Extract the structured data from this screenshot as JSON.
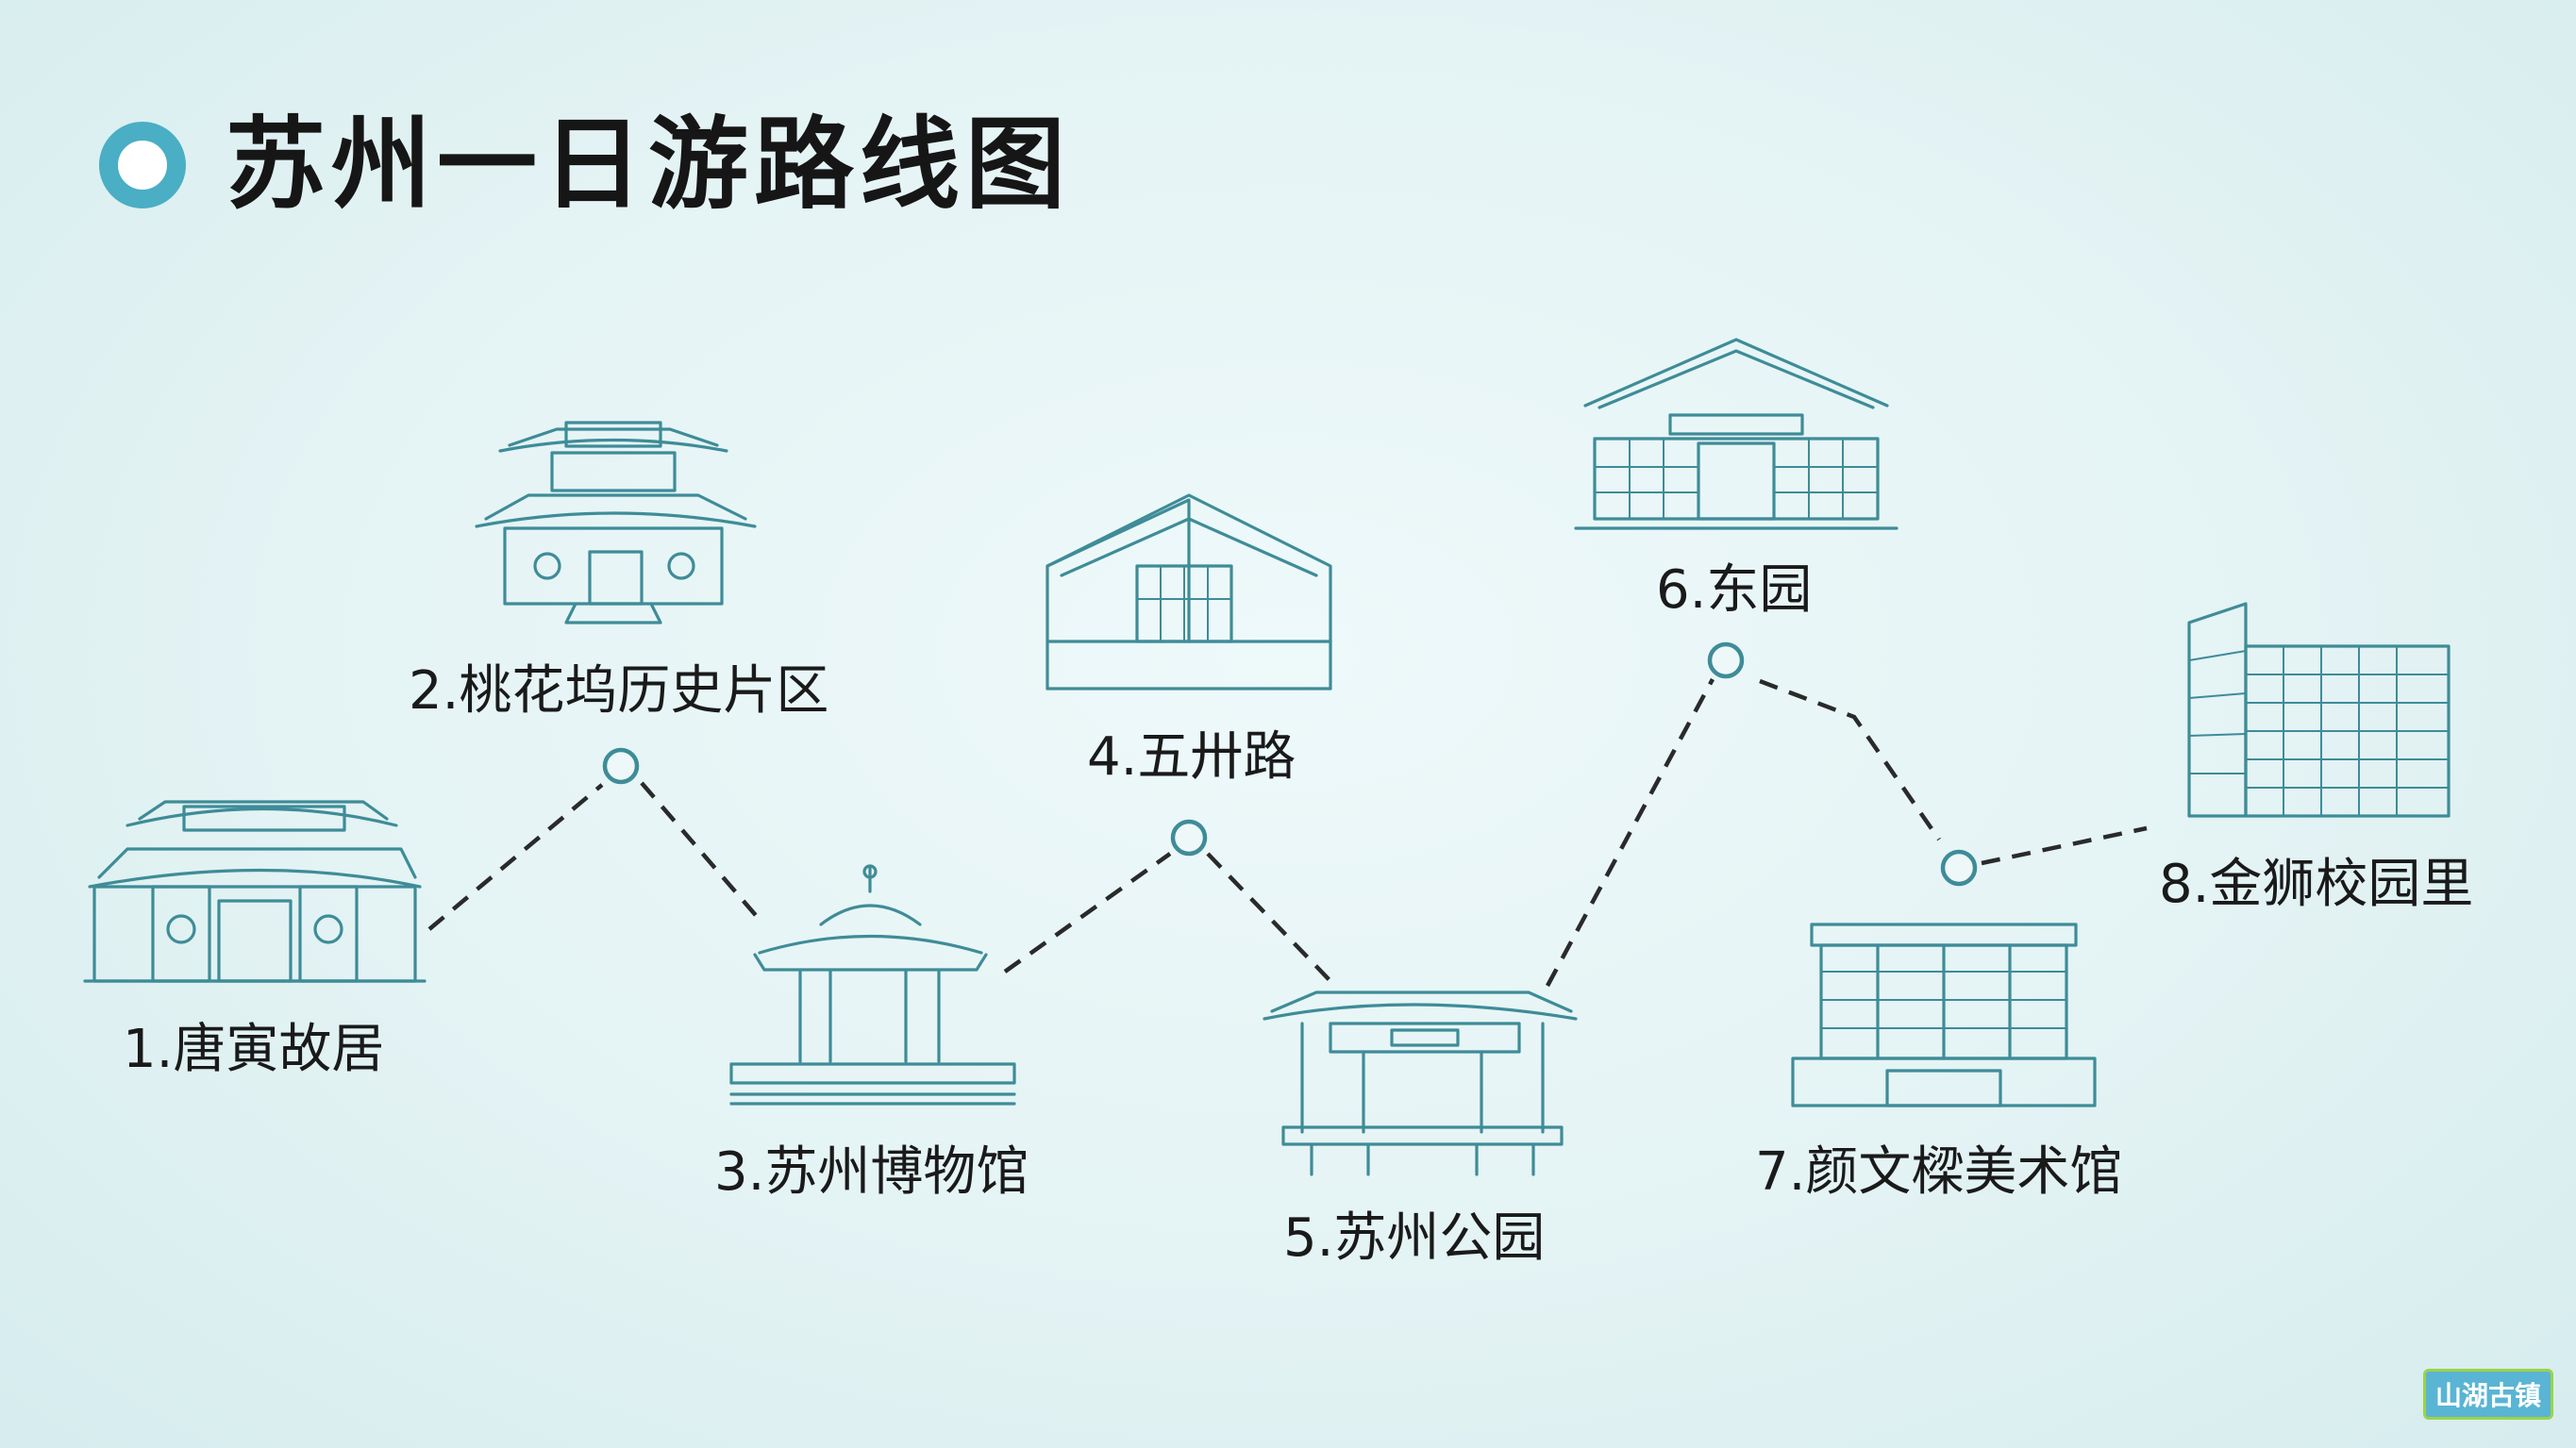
{
  "title": "苏州一日游路线图",
  "colors": {
    "accent": "#4aaec4",
    "building_stroke": "#3e8c98",
    "route_line": "#2a2a2a",
    "background": "#e4f3f4"
  },
  "stops": [
    {
      "label": "1.唐寅故居",
      "icon": "gate-pavilion-icon"
    },
    {
      "label": "2.桃花坞历史片区",
      "icon": "two-tier-pavilion-icon"
    },
    {
      "label": "3.苏州博物馆",
      "icon": "hexagonal-pavilion-icon"
    },
    {
      "label": "4.五卅路",
      "icon": "modern-geometric-building-icon"
    },
    {
      "label": "5.苏州公园",
      "icon": "park-gate-icon"
    },
    {
      "label": "6.东园",
      "icon": "gabled-hall-icon"
    },
    {
      "label": "7.颜文樑美术馆",
      "icon": "art-museum-icon"
    },
    {
      "label": "8.金狮校园里",
      "icon": "office-tower-icon"
    }
  ],
  "watermark": "山湖古镇"
}
